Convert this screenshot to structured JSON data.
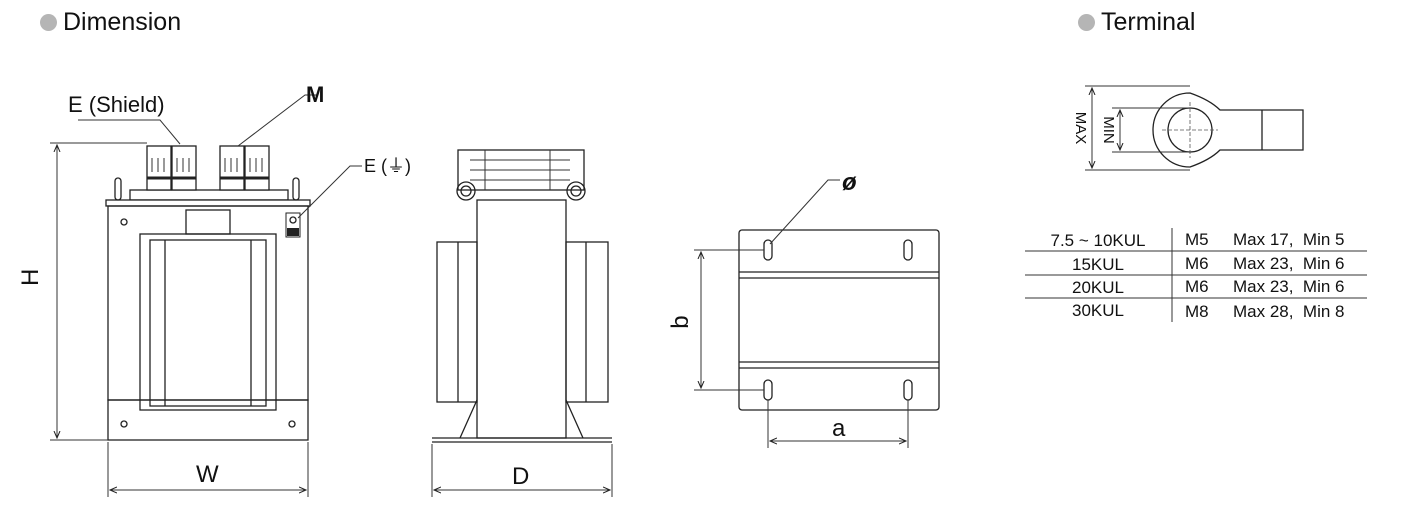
{
  "headers": {
    "dimension": "Dimension",
    "terminal": "Terminal"
  },
  "labels": {
    "shield": "E (Shield)",
    "terminal_m": "M",
    "ground": "E (⏚)",
    "height": "H",
    "width": "W",
    "depth": "D",
    "hole": "ø",
    "mount_a": "a",
    "mount_b": "b",
    "lug_max": "MAX",
    "lug_min": "MIN"
  },
  "terminal_table": {
    "rows": [
      {
        "model": "7.5 ~ 10KUL",
        "screw": "M5",
        "spec": "Max 17,  Min 5"
      },
      {
        "model": "15KUL",
        "screw": "M6",
        "spec": "Max 23,  Min 6"
      },
      {
        "model": "20KUL",
        "screw": "M6",
        "spec": "Max 23,  Min 6"
      },
      {
        "model": "30KUL",
        "screw": "M8",
        "spec": "Max 28,  Min 8"
      }
    ]
  },
  "colors": {
    "bullet": "#b5b5b5",
    "line": "#222222"
  }
}
